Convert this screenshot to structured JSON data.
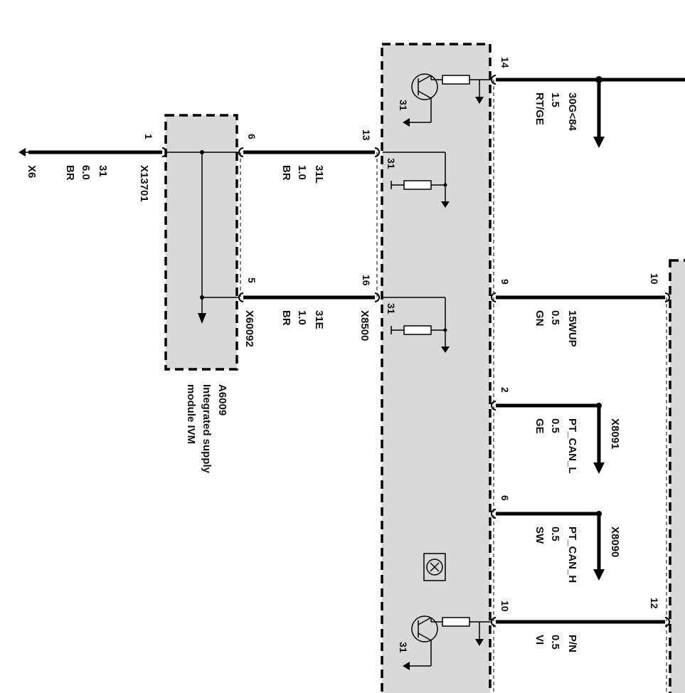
{
  "components": {
    "ivm": {
      "id": "A6009",
      "line1": "Integrated supply",
      "line2": "module IVM"
    },
    "ground": {
      "label": "X6"
    }
  },
  "connectors": {
    "x13701": "X13701",
    "x60092": "X60092",
    "x8500": "X8500",
    "x8091": "X8091",
    "x8090": "X8090"
  },
  "pins": {
    "p1": "1",
    "p6a": "6",
    "p5": "5",
    "p13": "13",
    "p16": "16",
    "p14": "14",
    "p9": "9",
    "p2": "2",
    "p6b": "6",
    "p10a": "10",
    "p10b": "10",
    "p12": "12"
  },
  "wires": {
    "w31": {
      "name": "31",
      "gauge": "6.0",
      "color": "BR"
    },
    "w31l": {
      "name": "31L",
      "gauge": "1.0",
      "color": "BR"
    },
    "w31e": {
      "name": "31E",
      "gauge": "1.0",
      "color": "BR"
    },
    "w30g": {
      "name": "30G<84",
      "gauge": "1.5",
      "color": "RT/GE"
    },
    "w15": {
      "name": "15WUP",
      "gauge": "0.5",
      "color": "GN"
    },
    "wcanl": {
      "name": "PT_CAN_L",
      "gauge": "0.5",
      "color": "GE"
    },
    "wcanh": {
      "name": "PT_CAN_H",
      "gauge": "0.5",
      "color": "SW"
    },
    "wpn": {
      "name": "P/N",
      "gauge": "0.5",
      "color": "VI"
    }
  },
  "grounds": {
    "g1": "31",
    "g2": "31",
    "g3": "31",
    "g4": "31"
  }
}
